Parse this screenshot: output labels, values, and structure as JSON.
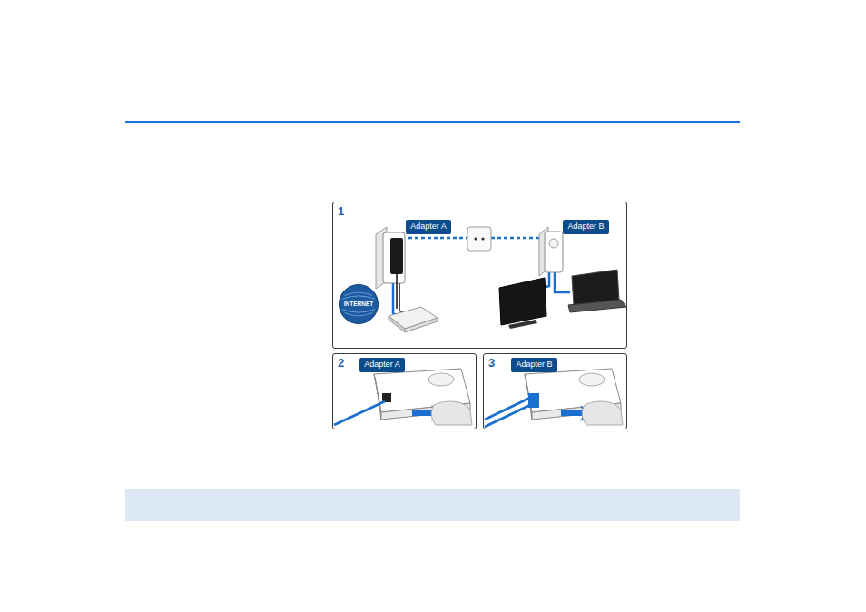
{
  "diagram": {
    "nodes": [
      {
        "text": [
          "1"
        ]
      },
      {
        "text": [
          "Adapter A"
        ],
        "in": 0
      },
      {
        "text": [
          "Adapter B"
        ],
        "in": 0
      },
      {
        "text": [
          "INTERNET"
        ],
        "in": 0
      },
      {
        "text": [
          "2"
        ]
      },
      {
        "text": [
          "Adapter A"
        ],
        "in": 4
      },
      {
        "text": [
          "3"
        ]
      },
      {
        "text": [
          "Adapter B"
        ],
        "in": 6
      }
    ]
  }
}
